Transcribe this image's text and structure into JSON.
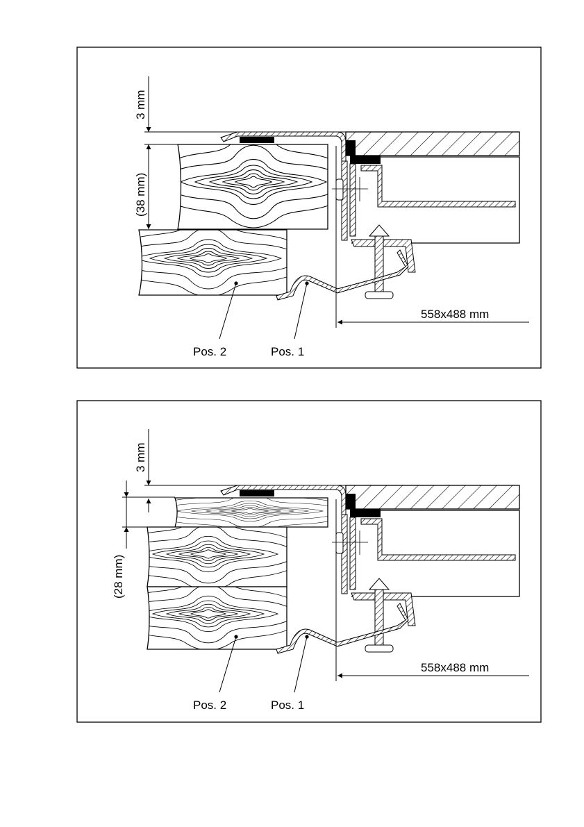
{
  "panels": [
    {
      "dim_top": "3 mm",
      "dim_thickness": "(38 mm)",
      "dim_cutout": "558x488 mm",
      "pos2_label": "Pos. 2",
      "pos1_label": "Pos. 1"
    },
    {
      "dim_top": "3 mm",
      "dim_thickness": "(28 mm)",
      "dim_cutout": "558x488 mm",
      "pos2_label": "Pos. 2",
      "pos1_label": "Pos. 1"
    }
  ]
}
